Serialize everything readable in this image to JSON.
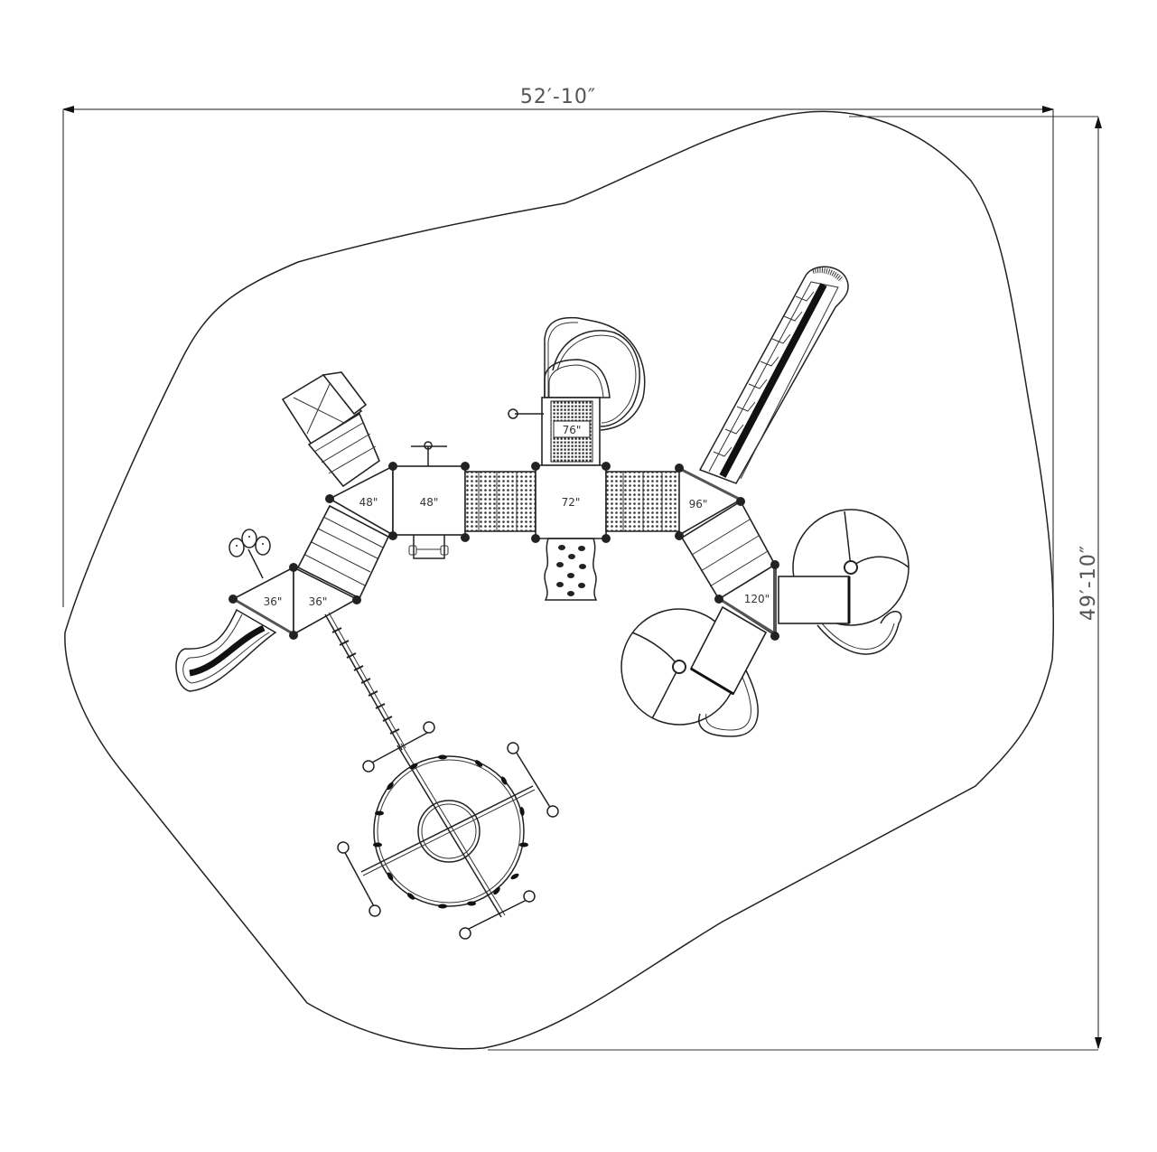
{
  "drawing": {
    "title": "Playground structure plan view",
    "dimensions": {
      "width_label": "52′-10″",
      "height_label": "49′-10″"
    },
    "decks": [
      {
        "id": "deck-36a",
        "label": "36\""
      },
      {
        "id": "deck-36b",
        "label": "36\""
      },
      {
        "id": "deck-48a",
        "label": "48\""
      },
      {
        "id": "deck-48b",
        "label": "48\""
      },
      {
        "id": "deck-72",
        "label": "72\""
      },
      {
        "id": "deck-76",
        "label": "76\""
      },
      {
        "id": "deck-96",
        "label": "96\""
      },
      {
        "id": "deck-120",
        "label": "120\""
      }
    ],
    "components": [
      "use-zone-boundary",
      "wave-slide-left",
      "flower-panel",
      "climbing-ladder",
      "stepped-platform",
      "steering-wheel-panel",
      "bridge-left",
      "bridge-right",
      "spiral-slide",
      "telescope-panel",
      "rock-climber",
      "long-straight-slide",
      "tube-slide-upper",
      "tube-slide-lower",
      "chain-ladder",
      "ring-climber"
    ],
    "colors": {
      "line": "#222222",
      "dimension": "#666666",
      "background": "#ffffff"
    }
  }
}
